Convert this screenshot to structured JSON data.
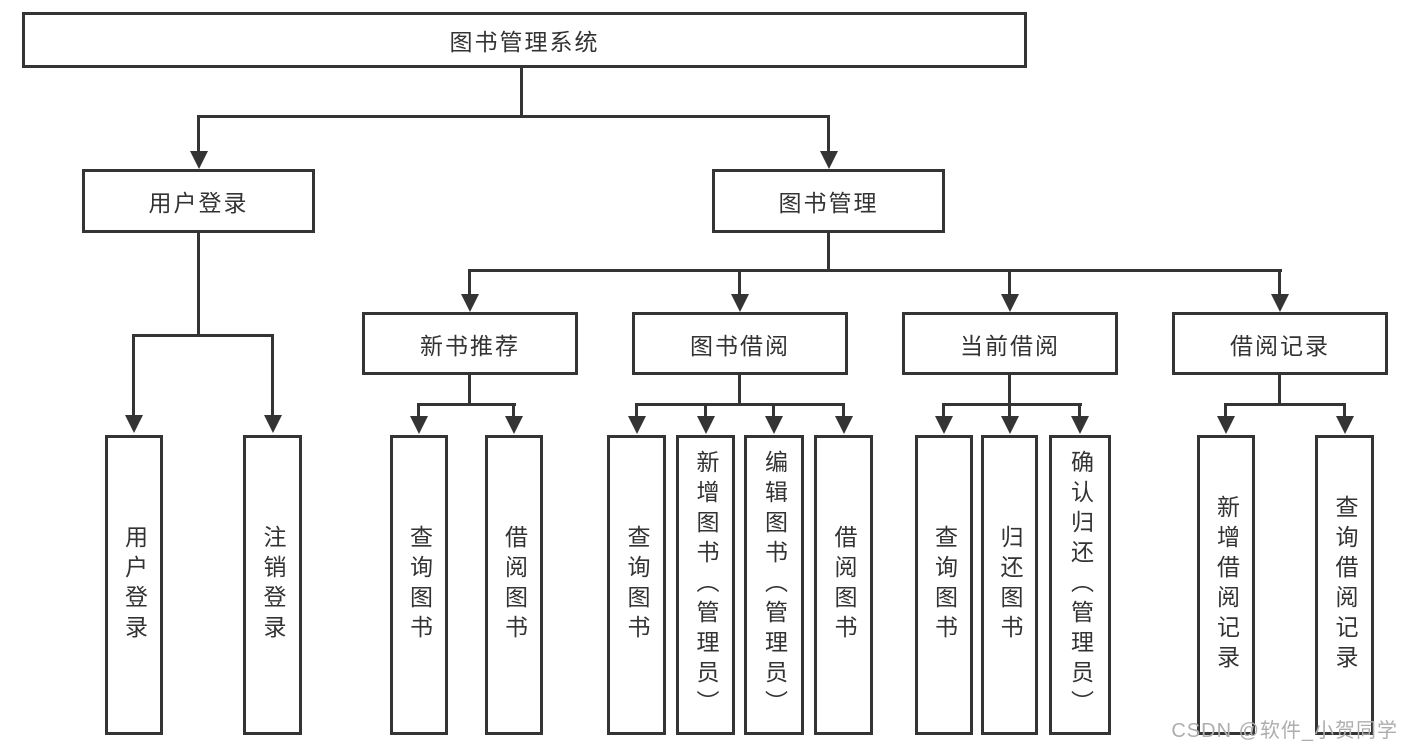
{
  "diagram": {
    "title": "图书管理系统",
    "root": {
      "label": "图书管理系统"
    },
    "branches": [
      {
        "label": "用户登录",
        "leaves": [
          "用户登录",
          "注销登录"
        ]
      },
      {
        "label": "图书管理",
        "children": [
          {
            "label": "新书推荐",
            "leaves": [
              "查询图书",
              "借阅图书"
            ]
          },
          {
            "label": "图书借阅",
            "leaves": [
              "查询图书",
              "新增图书（管理员）",
              "编辑图书（管理员）",
              "借阅图书"
            ]
          },
          {
            "label": "当前借阅",
            "leaves": [
              "查询图书",
              "归还图书",
              "确认归还（管理员）"
            ]
          },
          {
            "label": "借阅记录",
            "leaves": [
              "新增借阅记录",
              "查询借阅记录"
            ]
          }
        ]
      }
    ]
  },
  "watermark": {
    "text": "CSDN @软件_小贺同学",
    "color": "#aeaeae"
  },
  "colors": {
    "line": "#343434",
    "box_border": "#343434",
    "box_fill": "#ffffff",
    "text": "#333333",
    "background": "#ffffff"
  }
}
